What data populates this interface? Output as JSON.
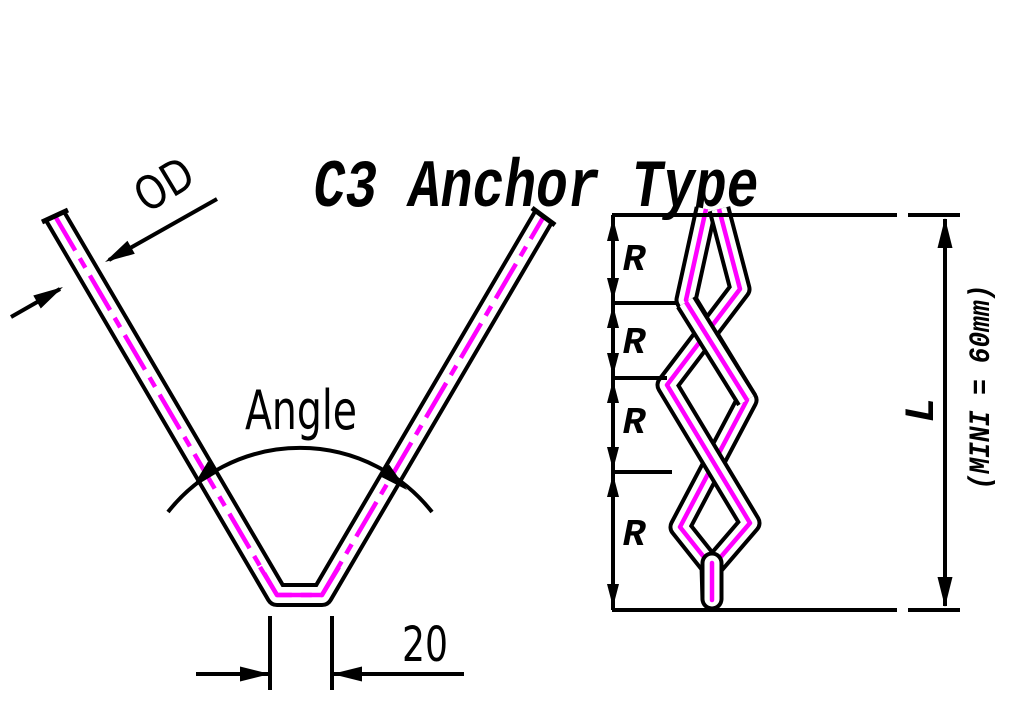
{
  "title": "C3 Anchor Type",
  "colors": {
    "line": "#000000",
    "centerline": "#ff00ff",
    "background": "#ffffff"
  },
  "front_view": {
    "od_label": "OD",
    "angle_label": "Angle",
    "bottom_width_label": "20"
  },
  "side_view": {
    "segment_labels": [
      "R",
      "R",
      "R",
      "R"
    ],
    "length_label": "L",
    "length_note": "(MINI = 60mm)"
  }
}
